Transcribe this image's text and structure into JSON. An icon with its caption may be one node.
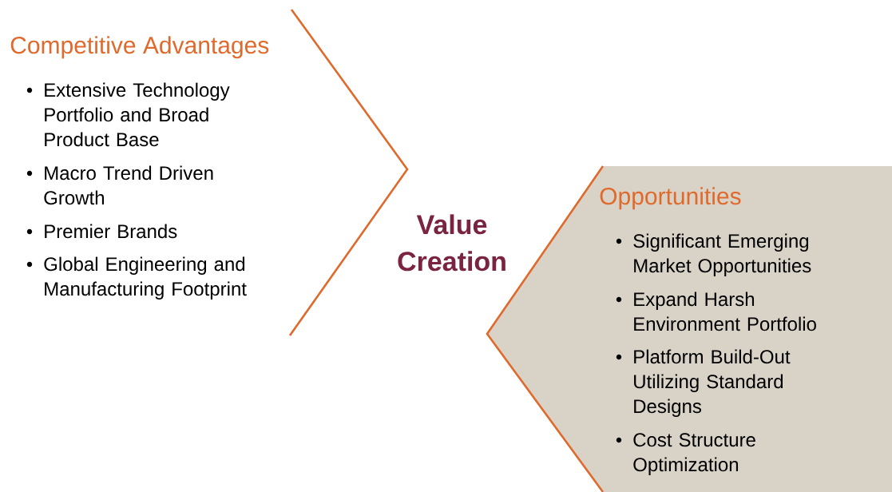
{
  "diagram": {
    "nodes": [
      {
        "text": [
          "Competitive Advantages",
          "Extensive Technology Portfolio and Broad Product Base",
          "Macro Trend Driven Growth",
          "Premier Brands",
          "Global Engineering and Manufacturing Footprint"
        ]
      },
      {
        "text": [
          "Value Creation"
        ]
      },
      {
        "text": [
          "Opportunities",
          "Significant Emerging Market Opportunities",
          "Expand Harsh Environment Portfolio",
          "Platform Build-Out Utilizing Standard Designs",
          "Cost Structure Optimization"
        ]
      }
    ]
  }
}
